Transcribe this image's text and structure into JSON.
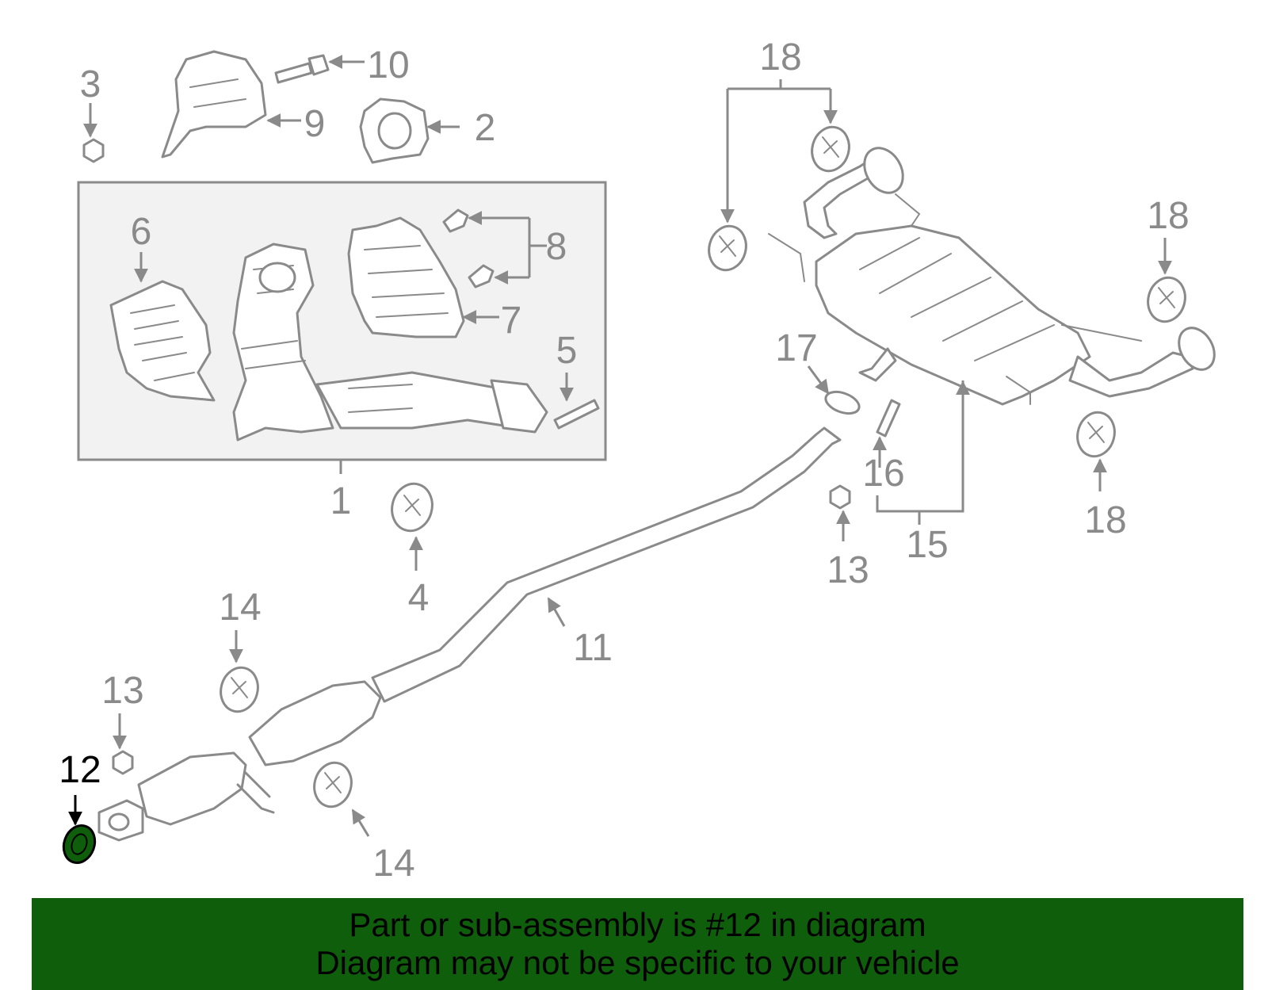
{
  "diagram": {
    "callouts": {
      "c1": "1",
      "c2": "2",
      "c3": "3",
      "c4": "4",
      "c5": "5",
      "c6": "6",
      "c7": "7",
      "c8": "8",
      "c9": "9",
      "c10": "10",
      "c11": "11",
      "c12": "12",
      "c13a": "13",
      "c13b": "13",
      "c14a": "14",
      "c14b": "14",
      "c15": "15",
      "c16": "16",
      "c17": "17",
      "c18a": "18",
      "c18b": "18",
      "c18c": "18"
    },
    "highlighted_part": "12",
    "colors": {
      "highlight": "#0f5e0b",
      "line": "#8a8a8a",
      "box_fill": "#f2f2f2"
    }
  },
  "banner": {
    "line1": "Part or sub-assembly is #12 in diagram",
    "line2": "Diagram may not be specific to your vehicle",
    "background": "#0f5e0b"
  }
}
